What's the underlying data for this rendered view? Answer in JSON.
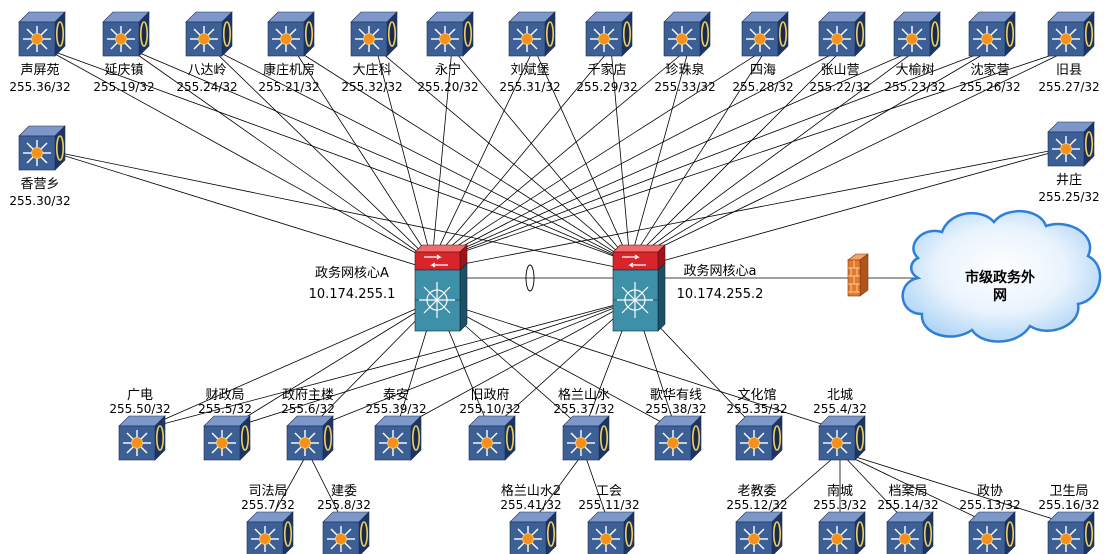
{
  "core_a": {
    "name": "政务网核心A",
    "ip": "10.174.255.1"
  },
  "core_b": {
    "name": "政务网核心a",
    "ip": "10.174.255.2"
  },
  "cloud": {
    "line1": "市级政务外",
    "line2": "网"
  },
  "top_nodes": [
    {
      "name": "声屏苑",
      "ip": "255.36/32"
    },
    {
      "name": "延庆镇",
      "ip": "255.19/32"
    },
    {
      "name": "八达岭",
      "ip": "255.24/32"
    },
    {
      "name": "康庄机房",
      "ip": "255.21/32"
    },
    {
      "name": "大庄科",
      "ip": "255.32/32"
    },
    {
      "name": "永宁",
      "ip": "255.20/32"
    },
    {
      "name": "刘斌堡",
      "ip": "255.31/32"
    },
    {
      "name": "千家店",
      "ip": "255.29/32"
    },
    {
      "name": "珍珠泉",
      "ip": "255.33/32"
    },
    {
      "name": "四海",
      "ip": "255.28/32"
    },
    {
      "name": "张山营",
      "ip": "255.22/32"
    },
    {
      "name": "大榆树",
      "ip": "255.23/32"
    },
    {
      "name": "沈家营",
      "ip": "255.26/32"
    },
    {
      "name": "旧县",
      "ip": "255.27/32"
    }
  ],
  "side_nodes": [
    {
      "name": "香营乡",
      "ip": "255.30/32"
    },
    {
      "name": "井庄",
      "ip": "255.25/32"
    }
  ],
  "bottom_nodes": [
    {
      "name": "广电",
      "ip": "255.50/32"
    },
    {
      "name": "财政局",
      "ip": "255.5/32"
    },
    {
      "name": "政府主楼",
      "ip": "255.6/32"
    },
    {
      "name": "泰安",
      "ip": "255.39/32"
    },
    {
      "name": "旧政府",
      "ip": "255.10/32"
    },
    {
      "name": "格兰山水",
      "ip": "255.37/32"
    },
    {
      "name": "歌华有线",
      "ip": "255.38/32"
    },
    {
      "name": "文化馆",
      "ip": "255.35/32"
    },
    {
      "name": "北城",
      "ip": "255.4/32"
    }
  ],
  "sub_nodes": [
    {
      "name": "司法局",
      "ip": "255.7/32"
    },
    {
      "name": "建委",
      "ip": "255.8/32"
    },
    {
      "name": "格兰山水2",
      "ip": "255.41/32"
    },
    {
      "name": "工会",
      "ip": "255.11/32"
    },
    {
      "name": "老教委",
      "ip": "255.12/32"
    },
    {
      "name": "南城",
      "ip": "255.3/32"
    },
    {
      "name": "档案局",
      "ip": "255.14/32"
    },
    {
      "name": "政协",
      "ip": "255.13/32"
    },
    {
      "name": "卫生局",
      "ip": "255.16/32"
    }
  ],
  "colors": {
    "switch_face": "#3c5f96",
    "switch_top": "#7d98c8",
    "switch_side": "#1d3566",
    "burst": "#f59020",
    "core_red": "#d8252b",
    "core_teal": "#3e8fa8",
    "cloud": "#2f7fd8",
    "cloud_edge": "#9ccaf5",
    "firewall": "#e37b2b",
    "line": "#000000"
  }
}
